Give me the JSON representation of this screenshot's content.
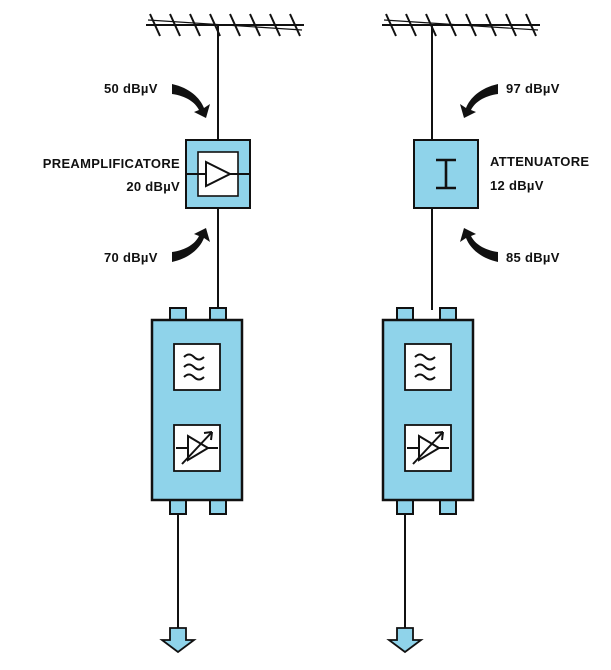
{
  "colors": {
    "block_fill": "#8fd3ea",
    "line": "#111111",
    "panel_fill": "#ffffff",
    "label": "#111111"
  },
  "left_chain": {
    "input_level": "50 dBµV",
    "device_name": "PREAMPLIFICATORE",
    "device_value": "20 dBµV",
    "device_icon": "amplifier-triangle-icon",
    "output_level": "70 dBµV"
  },
  "right_chain": {
    "input_level": "97 dBµV",
    "device_name": "ATTENUATORE",
    "device_value": "12 dBµV",
    "device_icon": "attenuator-i-icon",
    "output_level": "85 dBµV"
  },
  "module_icons": [
    "filter-wave-icon",
    "variable-amplifier-icon"
  ],
  "antenna_icon": "yagi-antenna-icon",
  "output_icon": "down-arrow-icon"
}
